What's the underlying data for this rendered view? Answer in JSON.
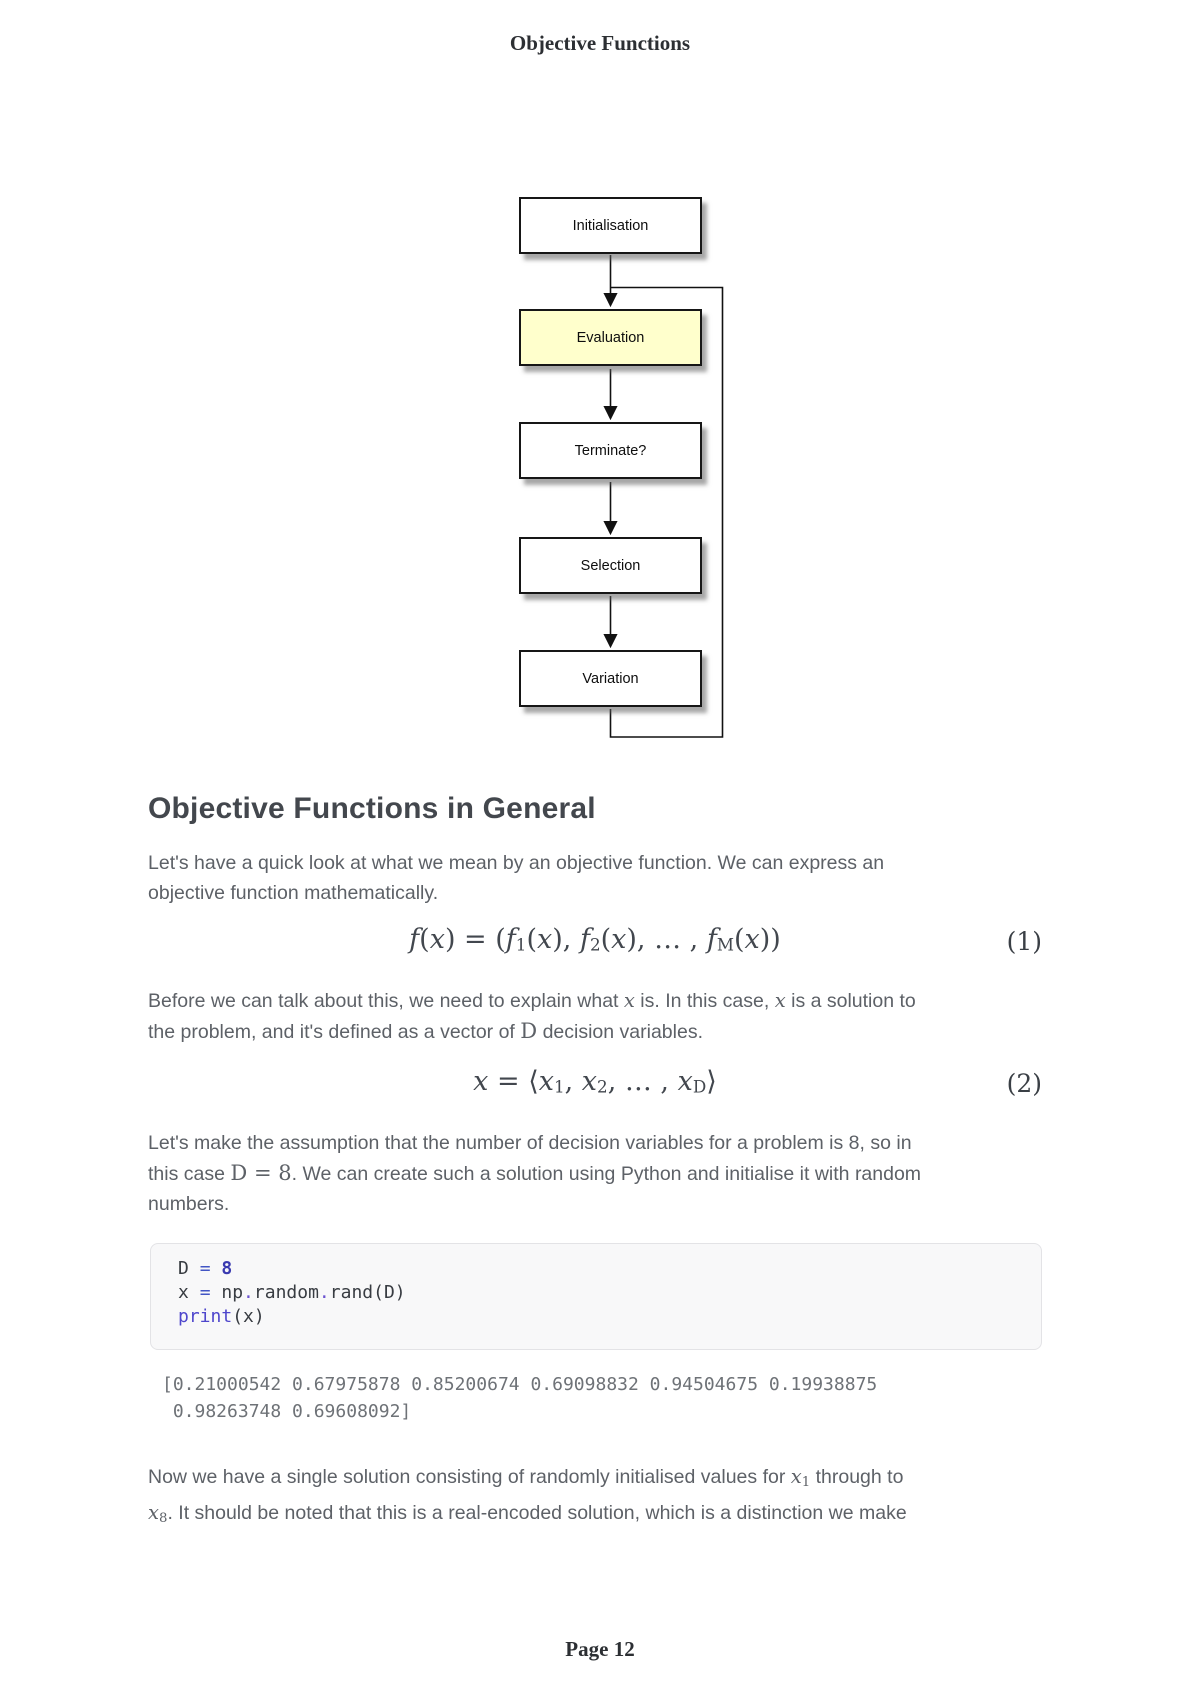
{
  "page": {
    "header_title": "Objective Functions",
    "footer": "Page 12"
  },
  "colors": {
    "highlight": "#ffffcc",
    "op": "#4255c4",
    "num": "#3a3ab0",
    "dot": "#6a52d0",
    "fn": "#4e46cc"
  },
  "flowchart": {
    "boxes": [
      {
        "label": "Initialisation"
      },
      {
        "label": "Evaluation"
      },
      {
        "label": "Terminate?"
      },
      {
        "label": "Selection"
      },
      {
        "label": "Variation"
      }
    ]
  },
  "section": {
    "heading": "Objective Functions in General"
  },
  "paragraphs": {
    "p1": [
      {
        "t": "Let's have a quick look at what we mean by an objective function. We can express an"
      },
      {
        "br": true
      },
      {
        "t": "objective function mathematically."
      }
    ],
    "p2": [
      {
        "t": "Before we can talk about this, we need to explain what "
      },
      {
        "t": "x",
        "c": "mi"
      },
      {
        "t": " is. In this case, "
      },
      {
        "t": "x",
        "c": "mi"
      },
      {
        "t": " is a solution to"
      },
      {
        "br": true
      },
      {
        "t": "the problem, and it's defined as a vector of "
      },
      {
        "t": "D",
        "c": "mD"
      },
      {
        "t": " decision variables."
      }
    ],
    "p3": [
      {
        "t": "Let's make the assumption that the number of decision variables for a problem is 8, so in"
      },
      {
        "br": true
      },
      {
        "t": "this case "
      },
      {
        "t": "D = 8",
        "c": "mD"
      },
      {
        "t": ". We can create such a solution using Python and initialise it with random"
      },
      {
        "br": true
      },
      {
        "t": "numbers."
      }
    ],
    "p4": [
      {
        "t": "Now we have a single solution consisting of randomly initialised values for "
      },
      {
        "t": "x",
        "c": "mi"
      },
      {
        "t": "1",
        "c": "msub"
      },
      {
        "t": " through to"
      },
      {
        "br": true
      },
      {
        "t": "x",
        "c": "mi"
      },
      {
        "t": "8",
        "c": "msub"
      },
      {
        "t": ". It should be noted that this is a real-encoded solution, which is a distinction we make"
      }
    ]
  },
  "equations": {
    "eq1": {
      "number": "(1)",
      "runs": [
        {
          "t": "f",
          "c": "mi"
        },
        {
          "t": "(",
          "c": "mr"
        },
        {
          "t": "x",
          "c": "mi"
        },
        {
          "t": ") = (",
          "c": "mr"
        },
        {
          "t": "f",
          "c": "mi"
        },
        {
          "t": "1",
          "c": "msub"
        },
        {
          "t": "(",
          "c": "mr"
        },
        {
          "t": "x",
          "c": "mi"
        },
        {
          "t": "), ",
          "c": "mr"
        },
        {
          "t": "f",
          "c": "mi"
        },
        {
          "t": "2",
          "c": "msub"
        },
        {
          "t": "(",
          "c": "mr"
        },
        {
          "t": "x",
          "c": "mi"
        },
        {
          "t": "), … , ",
          "c": "mr"
        },
        {
          "t": "f",
          "c": "mi"
        },
        {
          "t": "M",
          "c": "msub"
        },
        {
          "t": "(",
          "c": "mr"
        },
        {
          "t": "x",
          "c": "mi"
        },
        {
          "t": "))",
          "c": "mr"
        }
      ]
    },
    "eq2": {
      "number": "(2)",
      "runs": [
        {
          "t": "x",
          "c": "mi"
        },
        {
          "t": " = ⟨",
          "c": "mr"
        },
        {
          "t": "x",
          "c": "mi"
        },
        {
          "t": "1",
          "c": "msub"
        },
        {
          "t": ", ",
          "c": "mr"
        },
        {
          "t": "x",
          "c": "mi"
        },
        {
          "t": "2",
          "c": "msub"
        },
        {
          "t": ", … , ",
          "c": "mr"
        },
        {
          "t": "x",
          "c": "mi"
        },
        {
          "t": "D",
          "c": "msub"
        },
        {
          "t": "⟩",
          "c": "mr"
        }
      ]
    }
  },
  "code": {
    "lines": [
      [
        {
          "t": "D "
        },
        {
          "t": "=",
          "c": "op"
        },
        {
          "t": " "
        },
        {
          "t": "8",
          "c": "num"
        }
      ],
      [
        {
          "t": "x "
        },
        {
          "t": "=",
          "c": "op"
        },
        {
          "t": " np"
        },
        {
          "t": ".",
          "c": "dot"
        },
        {
          "t": "random"
        },
        {
          "t": ".",
          "c": "dot"
        },
        {
          "t": "rand(D)"
        }
      ],
      [
        {
          "t": "print",
          "c": "fn"
        },
        {
          "t": "(x)"
        }
      ]
    ]
  },
  "output": {
    "lines": [
      "[0.21000542 0.67975878 0.85200674 0.69098832 0.94504675 0.19938875",
      " 0.98263748 0.69608092]"
    ]
  }
}
